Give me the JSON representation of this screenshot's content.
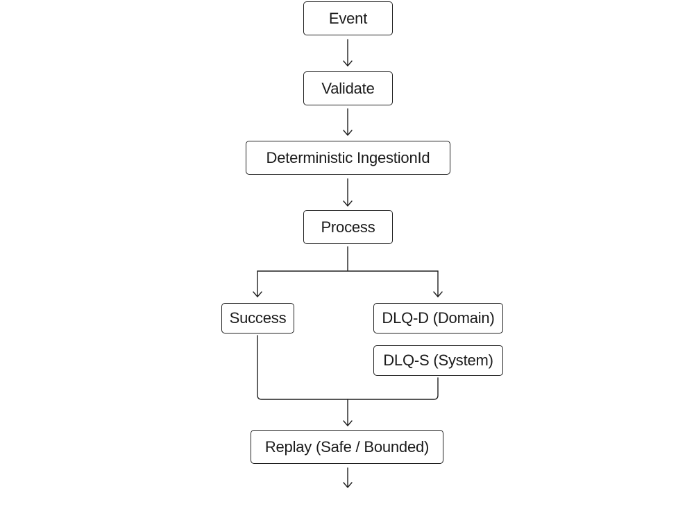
{
  "diagram": {
    "nodes": {
      "event": "Event",
      "validate": "Validate",
      "ingestion_id": "Deterministic IngestionId",
      "process": "Process",
      "success": "Success",
      "dlq_domain": "DLQ-D (Domain)",
      "dlq_system": "DLQ-S (System)",
      "replay": "Replay (Safe / Bounded)"
    },
    "edges": [
      {
        "from": "event",
        "to": "validate"
      },
      {
        "from": "validate",
        "to": "ingestion_id"
      },
      {
        "from": "ingestion_id",
        "to": "process"
      },
      {
        "from": "process",
        "to": "success"
      },
      {
        "from": "process",
        "to": "dlq_domain"
      },
      {
        "from": "success",
        "to": "replay"
      },
      {
        "from": "dlq_system",
        "to": "replay"
      }
    ],
    "line_color": "#1f1f1f"
  }
}
